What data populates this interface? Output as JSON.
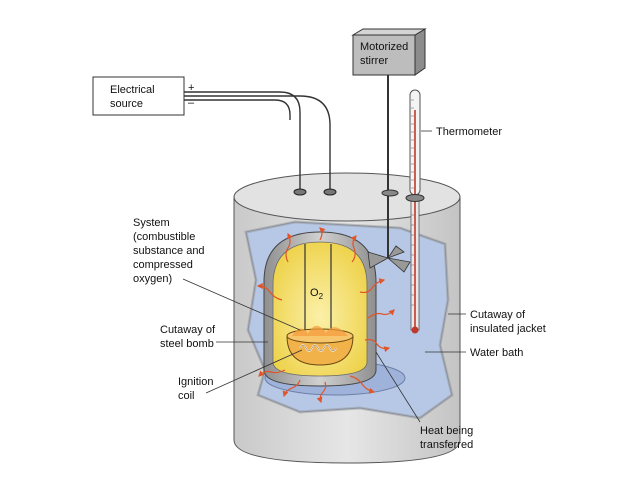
{
  "labels": {
    "electrical_source": [
      "Electrical",
      "source"
    ],
    "plus": "+",
    "minus": "–",
    "motorized_stirrer": [
      "Motorized",
      "stirrer"
    ],
    "thermometer": "Thermometer",
    "system": [
      "System",
      "(combustible",
      "substance and",
      "compressed",
      "oxygen)"
    ],
    "o2_base": "O",
    "o2_sub": "2",
    "cutaway_steel_bomb": [
      "Cutaway of",
      "steel bomb"
    ],
    "ignition_coil": [
      "Ignition",
      "coil"
    ],
    "cutaway_insulated_jacket": [
      "Cutaway of",
      "insulated jacket"
    ],
    "water_bath": "Water bath",
    "heat_transferred": [
      "Heat being",
      "transferred"
    ]
  },
  "colors": {
    "jacket": "#dcdcdc",
    "jacket_shade": "#b9b9b9",
    "water": "#b7c8e6",
    "bomb_interior": "#f3e26a",
    "sample": "#f2b24a",
    "heat_arrow": "#e0552a",
    "thermo_red": "#c0392b"
  }
}
